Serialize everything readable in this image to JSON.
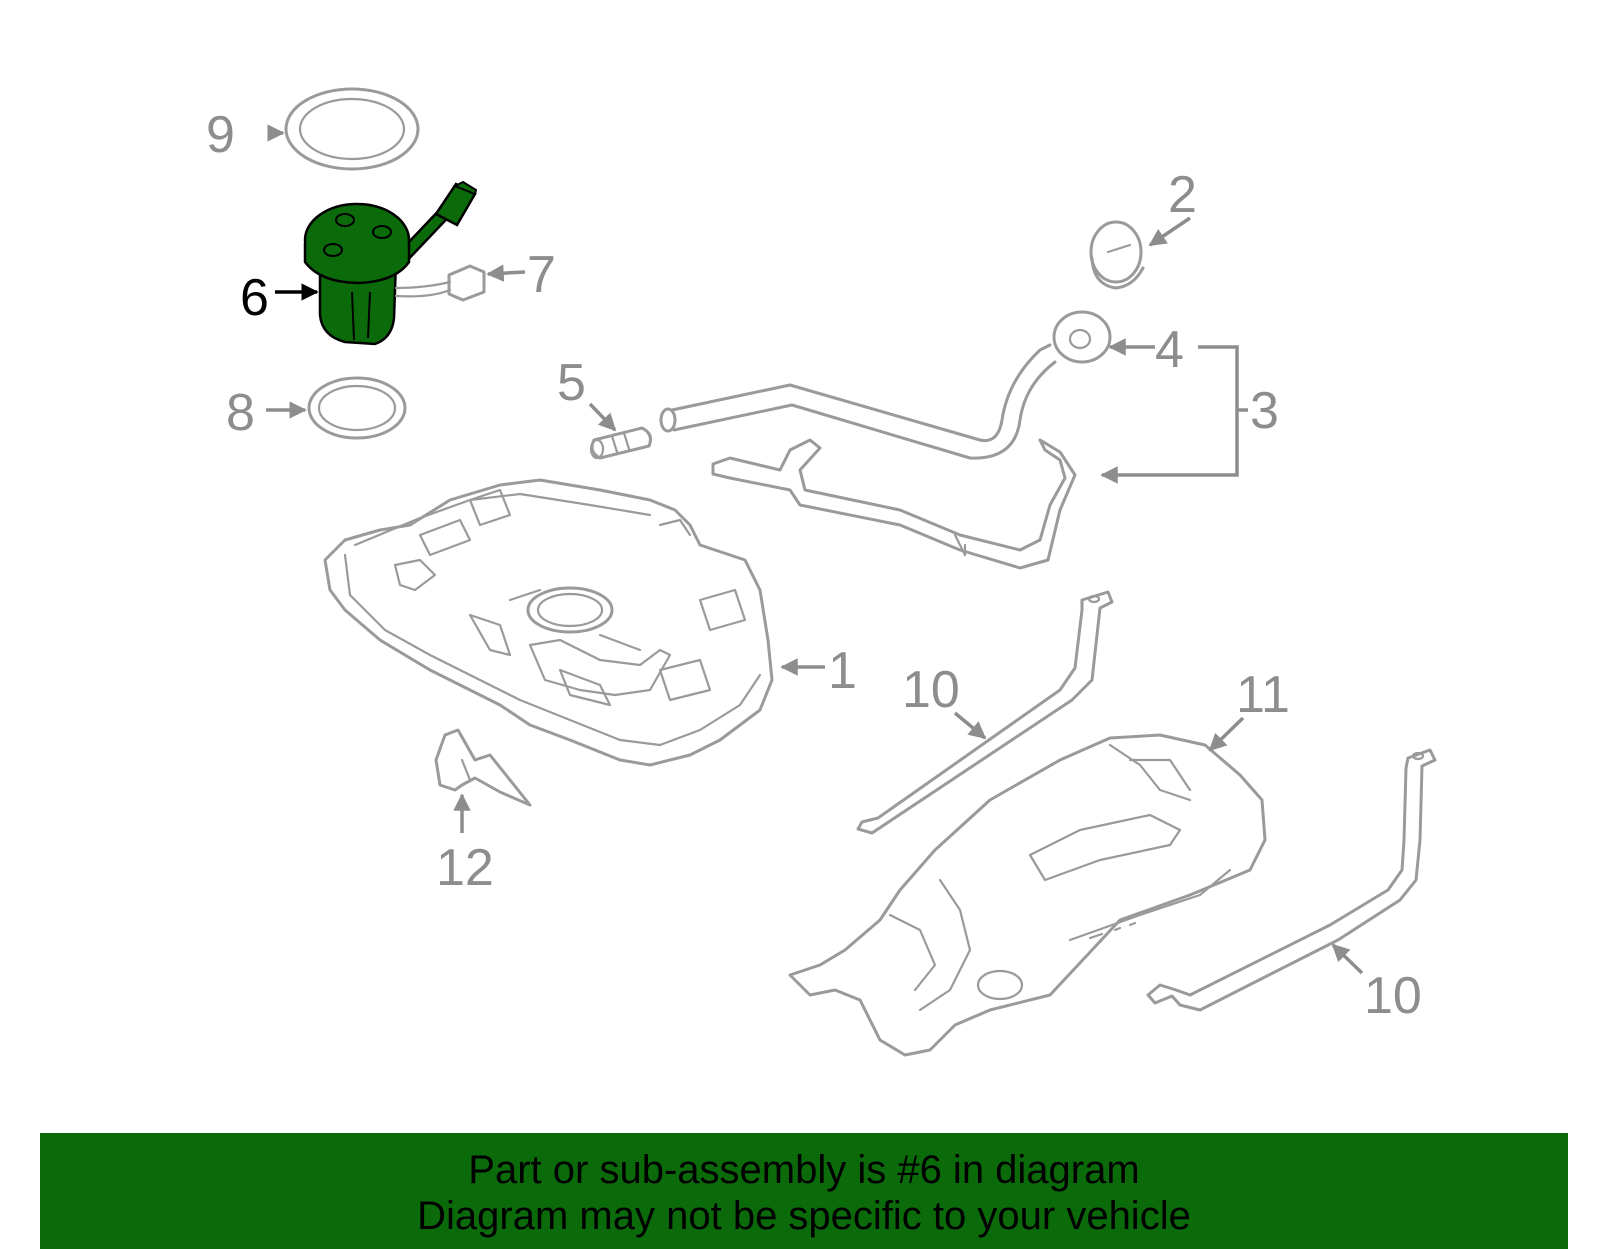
{
  "callouts": {
    "c1": "1",
    "c2": "2",
    "c3": "3",
    "c4": "4",
    "c5": "5",
    "c6": "6",
    "c7": "7",
    "c8": "8",
    "c9": "9",
    "c10a": "10",
    "c10b": "10",
    "c11": "11",
    "c12": "12"
  },
  "highlight": {
    "part": "6",
    "color": "#0b6b0b"
  },
  "banner": {
    "line1": "Part or sub-assembly is #6 in diagram",
    "line2": "Diagram may not be specific to your vehicle"
  }
}
